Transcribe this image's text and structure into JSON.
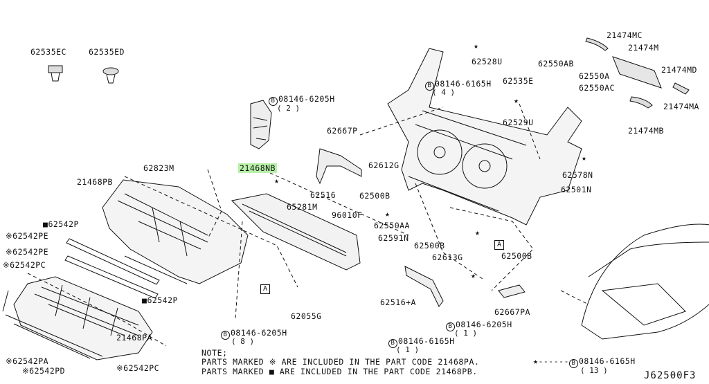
{
  "parts": {
    "p62535EC": "62535EC",
    "p62535ED": "62535ED",
    "p08146_6205H_2": "08146-6205H",
    "p08146_6205H_2_qty": "( 2 )",
    "p62667P": "62667P",
    "p21468NB": "21468NB",
    "p62823M": "62823M",
    "p21468PB": "21468PB",
    "p62516": "62516",
    "p65281M": "65281M",
    "p96010F": "96010F",
    "p62542P_a": "62542P",
    "p62542PE_a": "62542PE",
    "p62542PE_b": "62542PE",
    "p62542PC_a": "62542PC",
    "p62542P_b": "62542P",
    "p21468PA": "21468PA",
    "p62542PA": "62542PA",
    "p62542PD": "62542PD",
    "p62542PC_b": "62542PC",
    "p62055G": "62055G",
    "p08146_6205H_8": "08146-6205H",
    "p08146_6205H_8_qty": "( 8 )",
    "p62528U": "62528U",
    "p08146_6165H_4": "08146-6165H",
    "p08146_6165H_4_qty": "( 4 )",
    "p62535E": "62535E",
    "p62550AB": "62550AB",
    "p62550A": "62550A",
    "p62550AC": "62550AC",
    "p62529U": "62529U",
    "p62612G": "62612G",
    "p62500B_a": "62500B",
    "p62550AA": "62550AA",
    "p62591N": "62591N",
    "p62500B_b": "62500B",
    "p62613G": "62613G",
    "p62500B_c": "62500B",
    "p62578N": "62578N",
    "p62501N": "62501N",
    "p62516A": "62516+A",
    "p62667PA": "62667PA",
    "p08146_6205H_1": "08146-6205H",
    "p08146_6205H_1_qty": "( 1 )",
    "p08146_6165H_1": "08146-6165H",
    "p08146_6165H_1_qty": "( 1 )",
    "p21474MC": "21474MC",
    "p21474M": "21474M",
    "p21474MD": "21474MD",
    "p21474MA": "21474MA",
    "p21474MB": "21474MB"
  },
  "markers": {
    "bolt_b": "B",
    "ref_a": "A",
    "sq_bullet": "■",
    "asterisk": "※",
    "star": "★"
  },
  "notes": {
    "heading": "NOTE;",
    "line1_prefix": "PARTS MARKED",
    "line1_mark": "※",
    "line1_text": "ARE INCLUDED IN THE PART CODE 21468PA.",
    "line2_prefix": "PARTS MARKED",
    "line2_mark": "■",
    "line2_text": "ARE INCLUDED IN THE PART CODE 21468PB."
  },
  "legend": {
    "star_ref": "08146-6165H",
    "star_qty": "( 13 )"
  },
  "diagram_code": "J62500F3",
  "colors": {
    "highlight": "#b8f0a8",
    "ink": "#111111"
  }
}
